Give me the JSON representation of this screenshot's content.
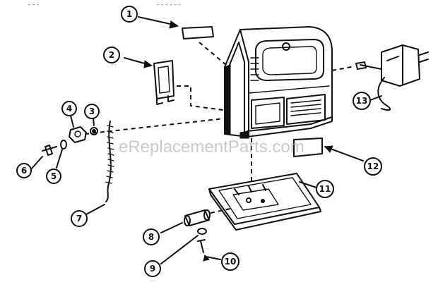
{
  "header": {
    "left_fragment": "- - -",
    "right_fragment": "- - - - - -"
  },
  "watermark": {
    "text": "eReplacementParts.com"
  },
  "callouts": {
    "c1": "1",
    "c2": "2",
    "c3": "3",
    "c4": "4",
    "c5": "5",
    "c6": "6",
    "c7": "7",
    "c8": "8",
    "c9": "9",
    "c10": "10",
    "c11": "11",
    "c12": "12",
    "c13": "13"
  },
  "colors": {
    "ink": "#111111",
    "paper": "#ffffff",
    "watermark": "#b8b8b8"
  }
}
